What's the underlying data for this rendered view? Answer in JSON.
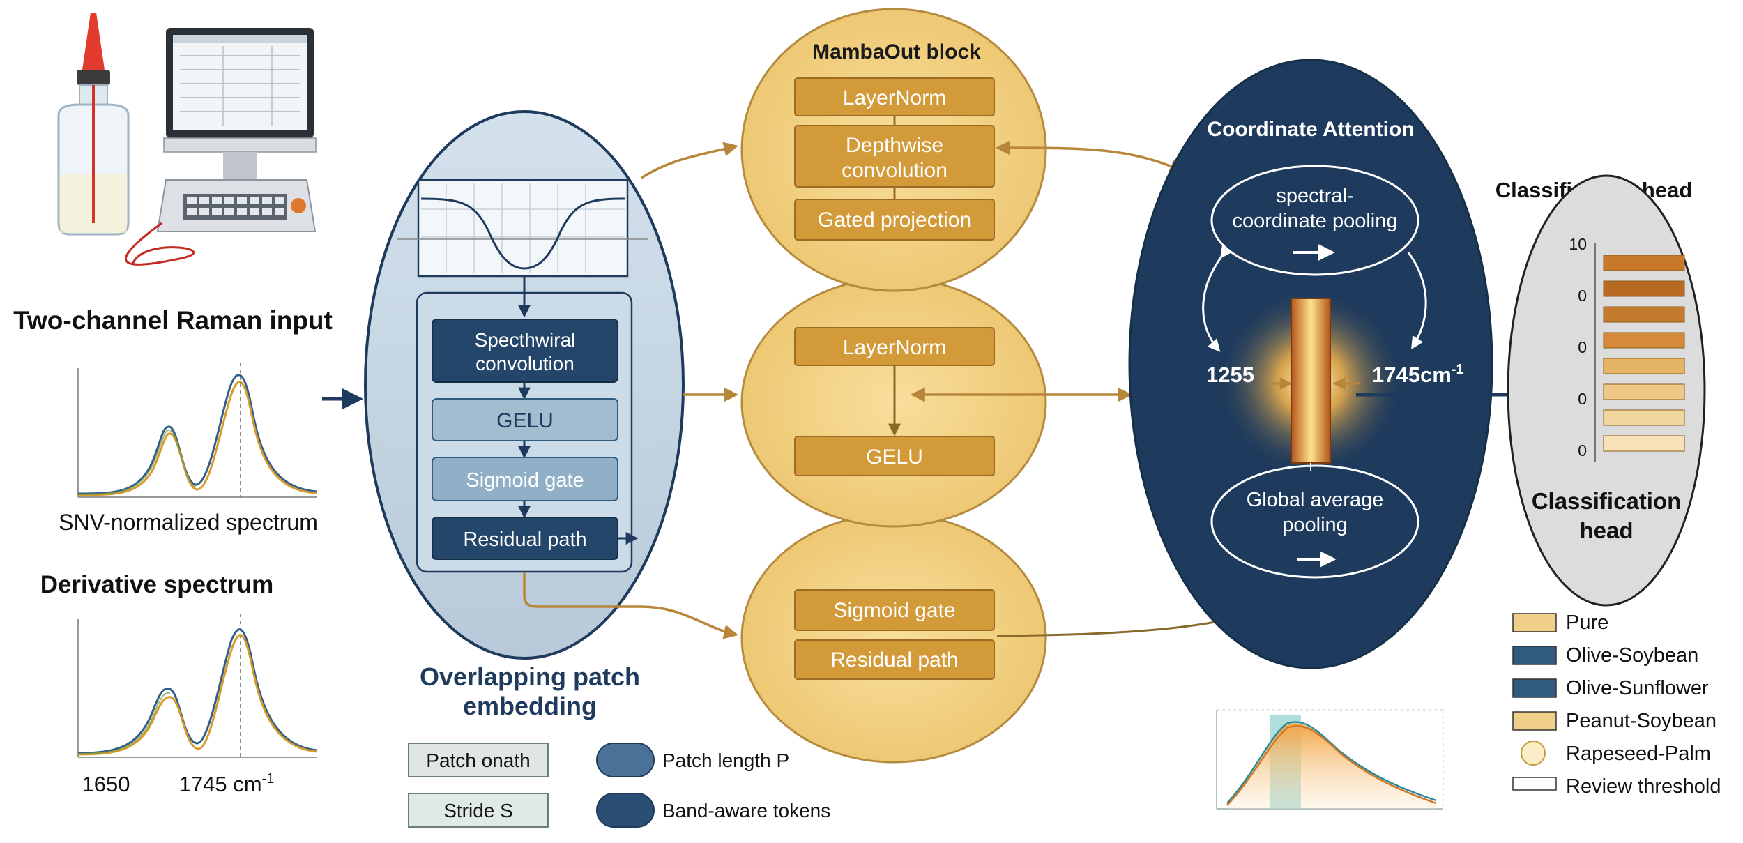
{
  "input": {
    "title": "Two-channel Raman input",
    "snv_label": "SNV-normalized spectrum",
    "deriv_title": "Derivative spectrum",
    "axis_left": "1650",
    "axis_right_value": "1745 cm",
    "axis_right_exp": "-1"
  },
  "patch": {
    "spectral_conv": [
      "Specthwiral",
      "convolution"
    ],
    "gelu": "GELU",
    "sigmoid": "Sigmoid gate",
    "residual": "Residual path",
    "title": [
      "Overlapping patch",
      "embedding"
    ],
    "patch_onath": "Patch onath",
    "stride": "Stride S",
    "patch_length": "Patch length P",
    "band_tokens": "Band-aware tokens"
  },
  "mamba": {
    "title": "MambaOut block",
    "top": {
      "layernorm": "LayerNorm",
      "depthwise": [
        "Depthwise",
        "convolution"
      ],
      "gated": "Gated projection"
    },
    "mid": {
      "layernorm": "LayerNorm",
      "gelu": "GELU"
    },
    "bottom": {
      "sigmoid": "Sigmoid gate",
      "residual": "Residual path"
    }
  },
  "attention": {
    "title": "Coordinate Attention",
    "spectral_pooling": [
      "spectral-",
      "coordinate pooling"
    ],
    "left_value": "1255",
    "right_value": "1745cm",
    "right_exp": "-1",
    "global_pooling": [
      "Global average",
      "pooling"
    ]
  },
  "classification": {
    "title_top": "Classification head",
    "title_bottom": [
      "Classification",
      "head"
    ],
    "tick_labels": [
      "10",
      "0",
      "0",
      "0",
      "0"
    ],
    "bar_colors": [
      "#c7782a",
      "#b86a22",
      "#c27a2e",
      "#d48a3a",
      "#e6b466",
      "#eec887",
      "#f1d79e",
      "#f6e2b6"
    ]
  },
  "legend": [
    {
      "label": "Pure",
      "swatch": "#f0cf8a",
      "shape": "rect"
    },
    {
      "label": "Olive-Soybean",
      "swatch": "#2f5b80",
      "shape": "rect"
    },
    {
      "label": "Olive-Sunflower",
      "swatch": "#2f5b80",
      "shape": "rect"
    },
    {
      "label": "Peanut-Soybean",
      "swatch": "#f0cf8a",
      "shape": "rect"
    },
    {
      "label": "Rapeseed-Palm",
      "swatch": "#fbeec6",
      "shape": "circle"
    },
    {
      "label": "Review threshold",
      "swatch": "#ffffff",
      "shape": "rect"
    }
  ],
  "colors": {
    "navy": "#1e3a5c",
    "gold": "#d49a35",
    "gold_light": "#f0cf8a",
    "patch_bg": "#c5d6e3",
    "arrow": "#b8863a"
  }
}
